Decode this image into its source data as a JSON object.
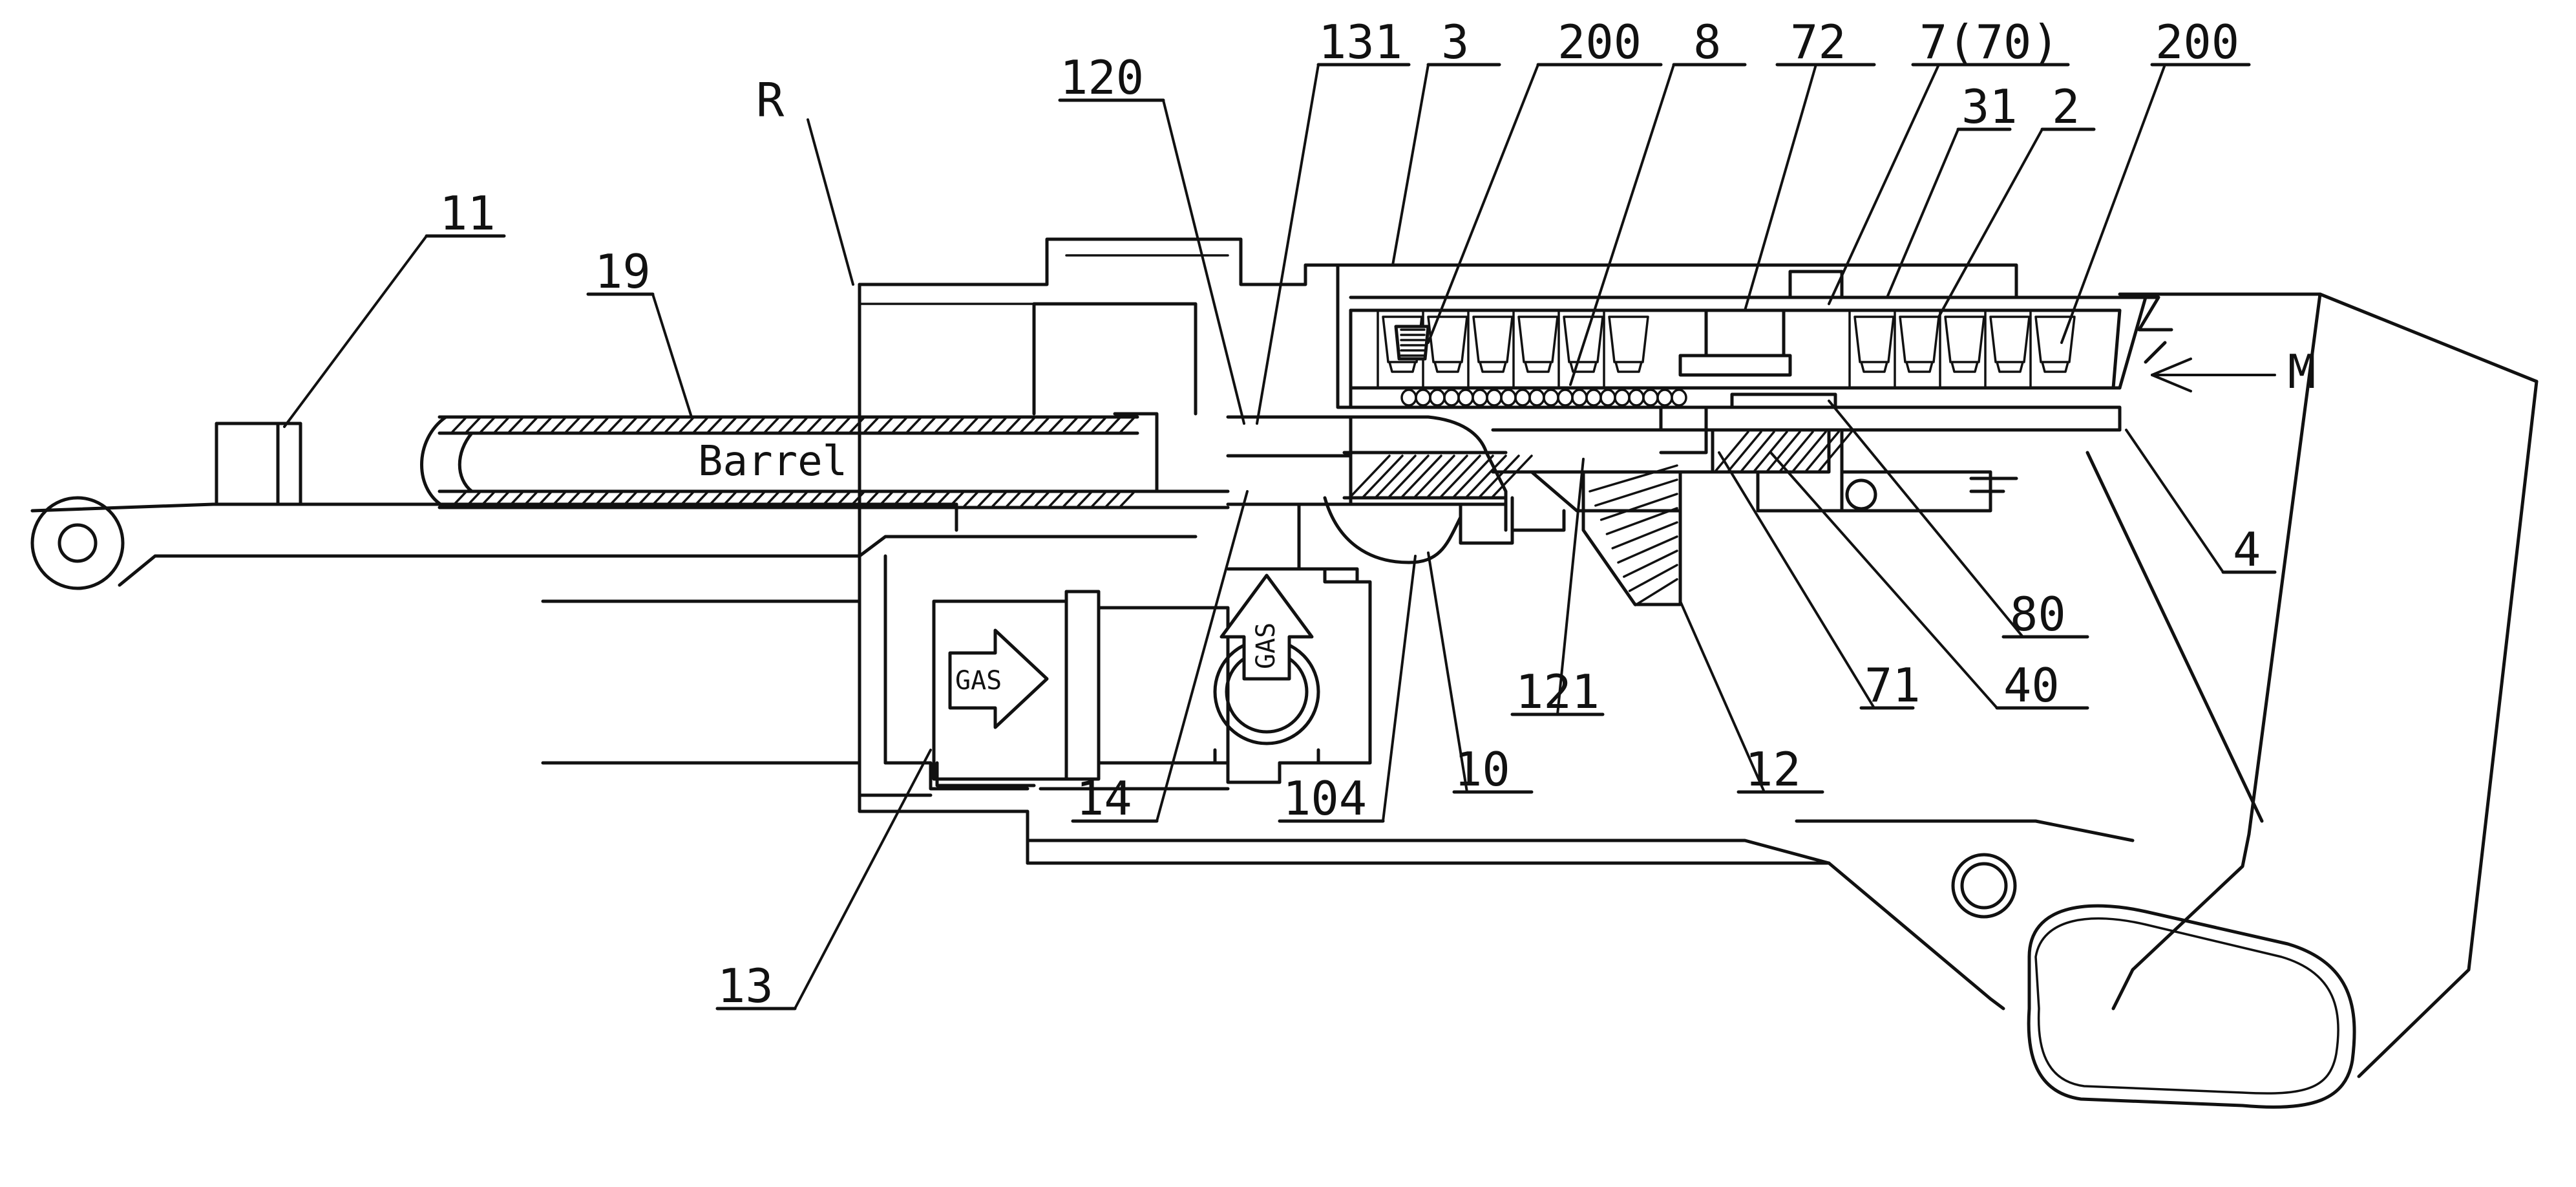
{
  "labels": {
    "l11": "11",
    "l19": "19",
    "lR": "R",
    "l120": "120",
    "l131": "131",
    "l3": "3",
    "l200a": "200",
    "l8": "8",
    "l72": "72",
    "l7_70": "7(70)",
    "l31": "31",
    "l2": "2",
    "l200b": "200",
    "lM": "M",
    "l4": "4",
    "l80": "80",
    "l40": "40",
    "l71": "71",
    "l12": "12",
    "l121": "121",
    "l10": "10",
    "l104": "104",
    "l14": "14",
    "l13": "13"
  },
  "inner_text": {
    "barrel": "Barrel",
    "gas_left": "GAS",
    "gas_up": "GAS"
  }
}
